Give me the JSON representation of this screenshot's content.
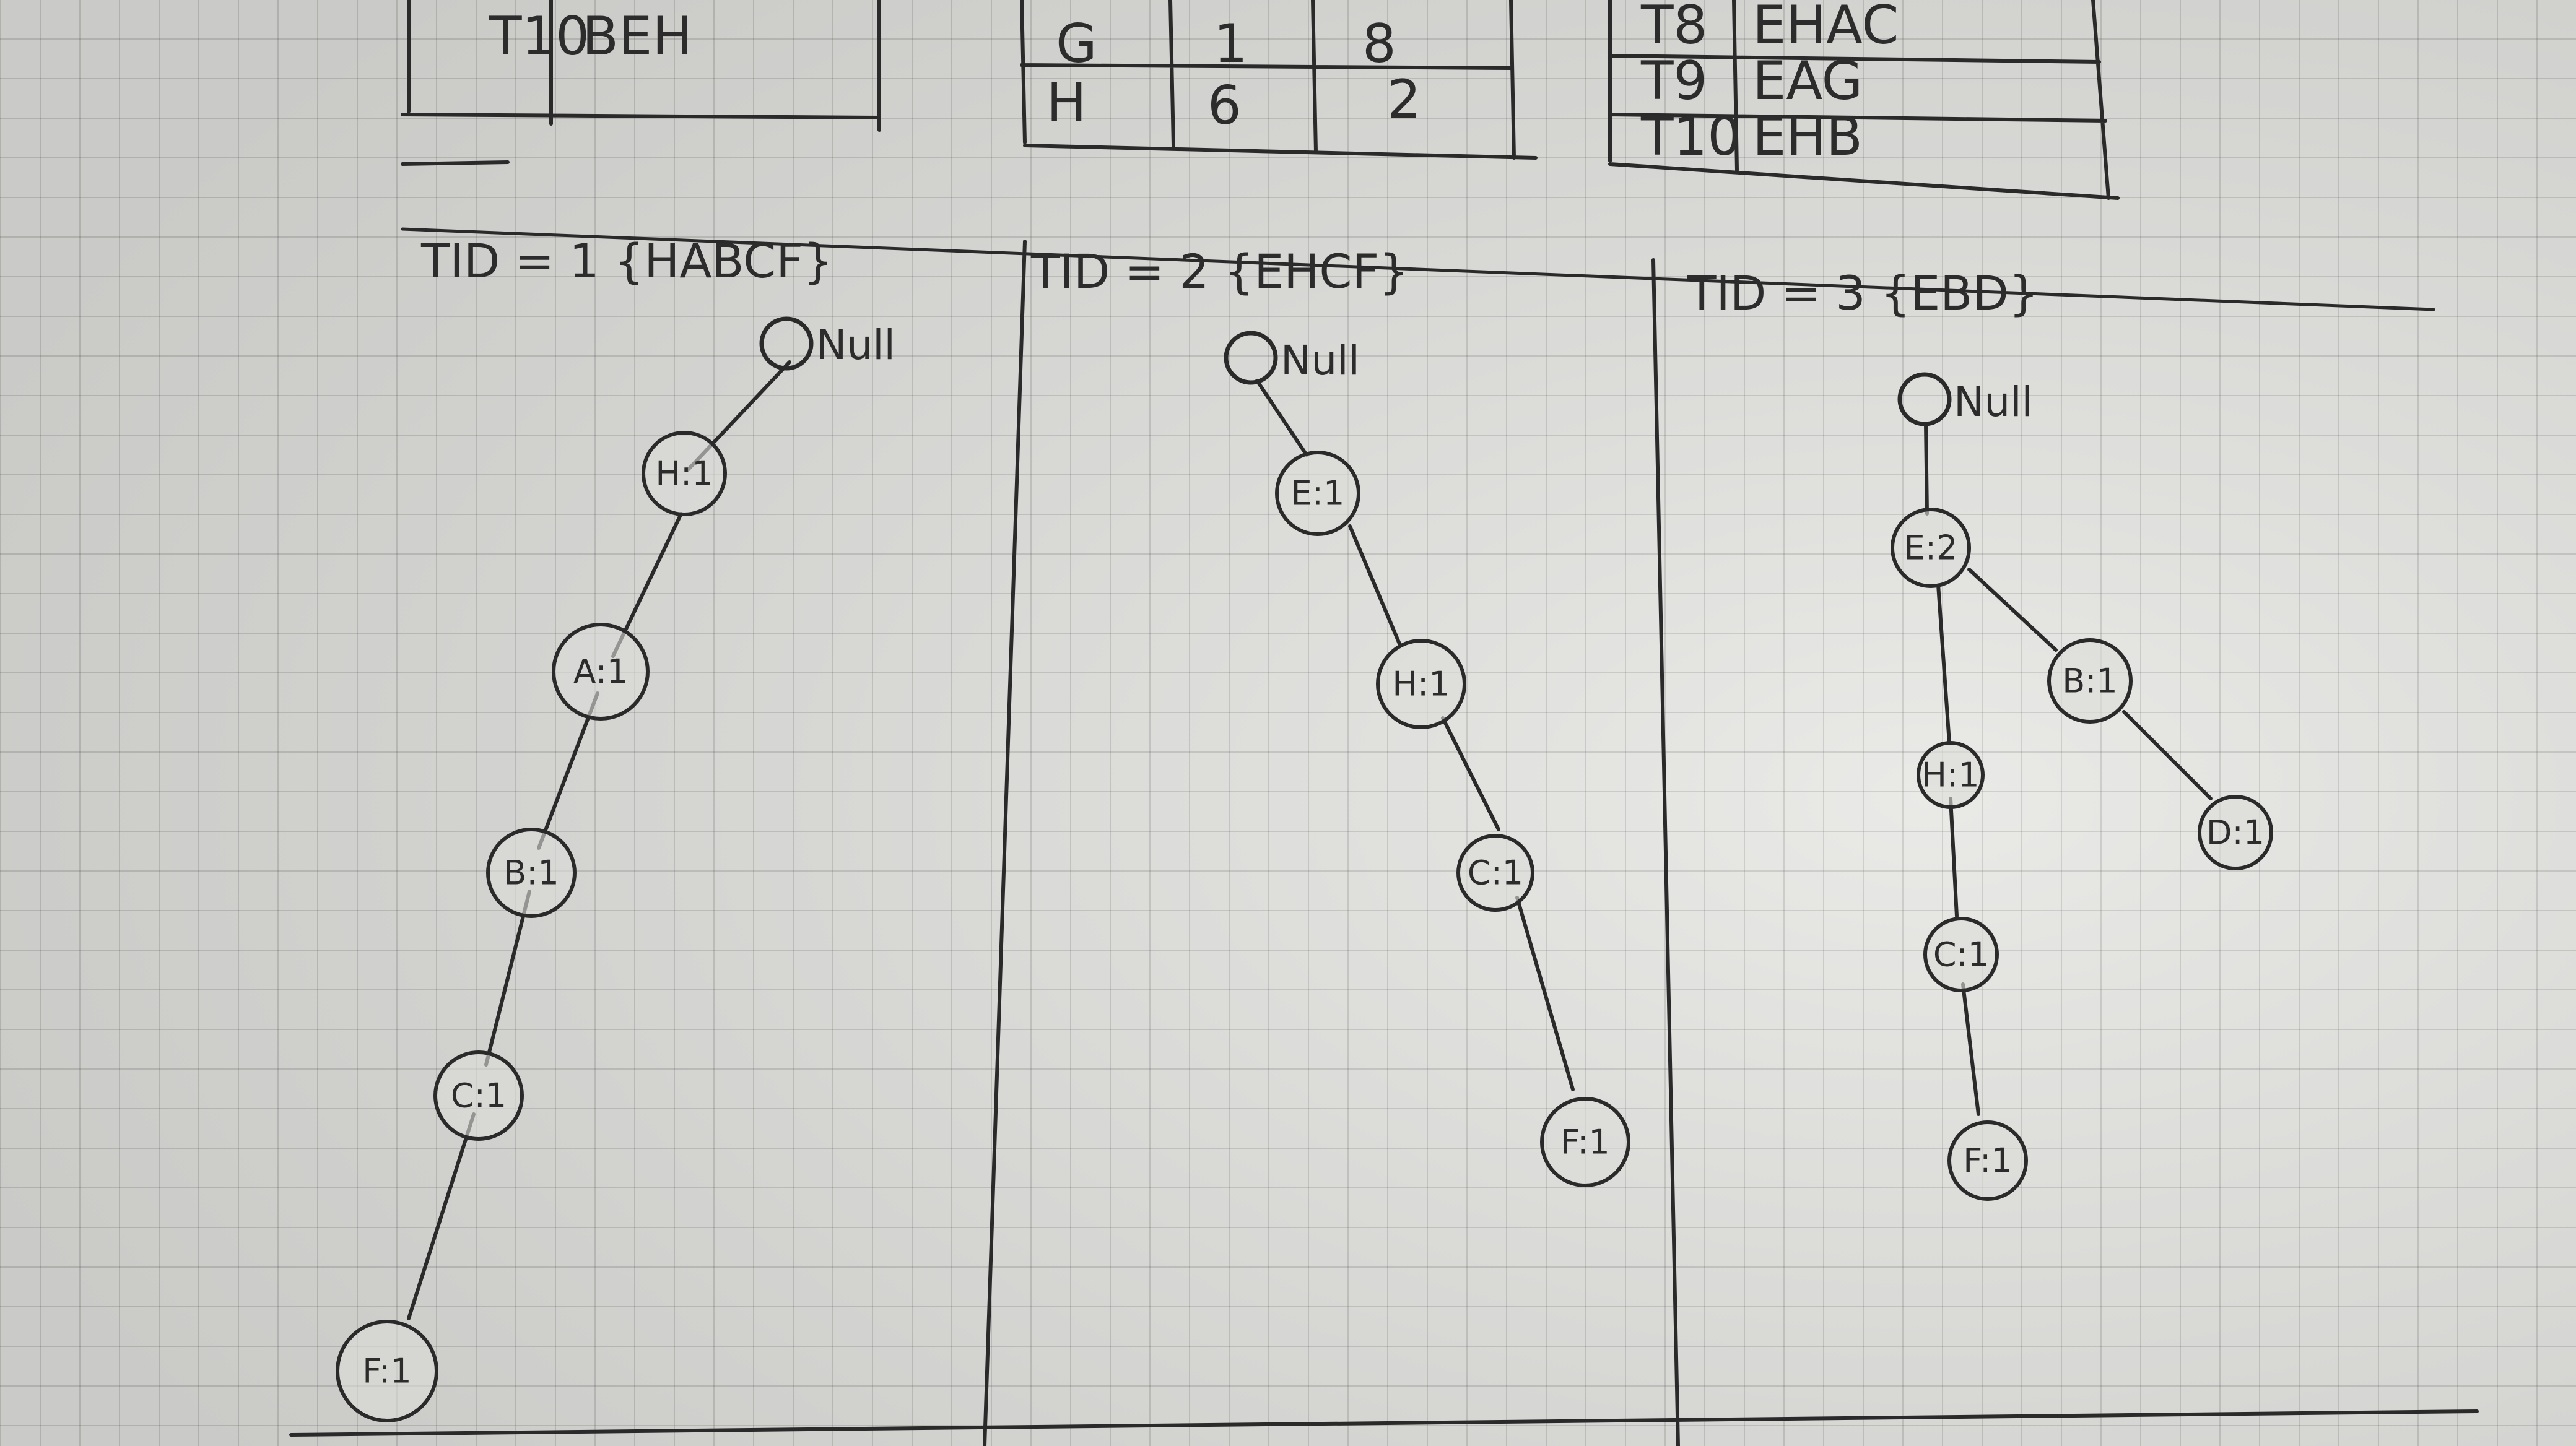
{
  "top_tables": {
    "left": {
      "rows": [
        {
          "tid": "T10",
          "items": "BEH"
        }
      ]
    },
    "middle": {
      "rows": [
        {
          "item": "G",
          "col2": "1",
          "col3": "8"
        },
        {
          "item": "H",
          "col2": "6",
          "col3": "2"
        }
      ]
    },
    "right": {
      "rows": [
        {
          "tid": "T8",
          "items": "EHAC"
        },
        {
          "tid": "T9",
          "items": "EAG"
        },
        {
          "tid": "T10",
          "items": "EHB"
        }
      ]
    }
  },
  "trees": [
    {
      "title": "TID = 1 {HABCF}",
      "root": "Null",
      "nodes": [
        "H:1",
        "A:1",
        "B:1",
        "C:1",
        "F:1"
      ]
    },
    {
      "title": "TID = 2 {EHCF}",
      "root": "Null",
      "nodes": [
        "E:1",
        "H:1",
        "C:1",
        "F:1"
      ]
    },
    {
      "title": "TID = 3 {EBD}",
      "root": "Null",
      "nodes": [
        "E:2",
        "B:1",
        "D:1",
        "H:1",
        "C:1",
        "F:1"
      ]
    }
  ]
}
